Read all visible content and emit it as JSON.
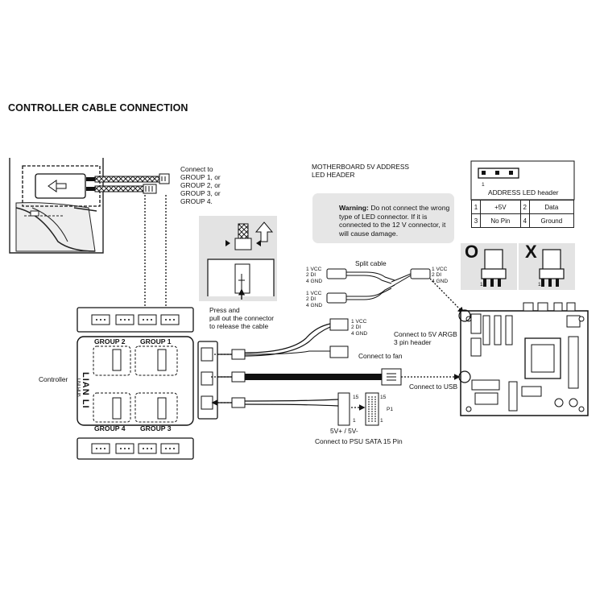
{
  "title": "CONTROLLER CABLE CONNECTION",
  "connect_group": [
    "Connect to",
    "GROUP 1, or",
    "GROUP 2, or",
    "GROUP 3, or",
    "GROUP 4."
  ],
  "motherboard_header": [
    "MOTHERBOARD 5V ADDRESS",
    "LED HEADER"
  ],
  "address_header_caption": "ADDRESS LED header",
  "address_header_pin": "1",
  "pin_table": [
    [
      "1",
      "+5V",
      "2",
      "Data"
    ],
    [
      "3",
      "No Pin",
      "4",
      "Ground"
    ]
  ],
  "warning": {
    "bold": "Warning:",
    "rest": "Do not connect the wrong type of LED connector. If it is connected to the 12 V connector, it will cause damage."
  },
  "ok_mark": "O",
  "wrong_mark": "X",
  "marker_pin": "1",
  "press_pull": [
    "Press and",
    "pull out the connector",
    "to release the cable"
  ],
  "split_cable": "Split cable",
  "split_pins": [
    "1 VCC",
    "2 DI",
    "4 GND"
  ],
  "argb_pins": [
    "1 VCC",
    "2 DI",
    "4 GND"
  ],
  "connect_argb": [
    "Connect to 5V ARGB",
    "3 pin header"
  ],
  "connect_fan": "Connect to fan",
  "connect_usb": "Connect to USB",
  "controller_label": "Controller",
  "groups": [
    "GROUP 2",
    "GROUP 1",
    "GROUP 4",
    "GROUP 3"
  ],
  "brand": "LIAN LI",
  "brand_sub": "UNI HUB",
  "sata_pins": {
    "top": "15",
    "bottom": "1",
    "p1": "P1"
  },
  "psu_volt": "5V+ / 5V-",
  "connect_psu": "Connect  to PSU SATA 15 Pin"
}
